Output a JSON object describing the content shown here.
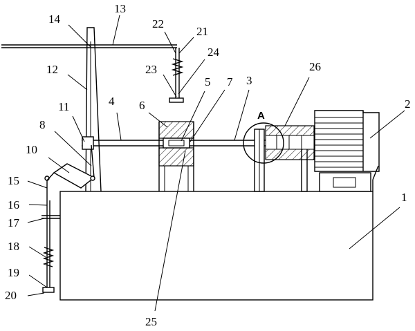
{
  "labels": {
    "l1": "1",
    "l2": "2",
    "l3": "3",
    "l4": "4",
    "l5": "5",
    "l6": "6",
    "l7": "7",
    "l8": "8",
    "l10": "10",
    "l11": "11",
    "l12": "12",
    "l13": "13",
    "l14": "14",
    "l15": "15",
    "l16": "16",
    "l17": "17",
    "l18": "18",
    "l19": "19",
    "l20": "20",
    "l21": "21",
    "l22": "22",
    "l23": "23",
    "l24": "24",
    "l25": "25",
    "l26": "26",
    "detail": "A"
  }
}
